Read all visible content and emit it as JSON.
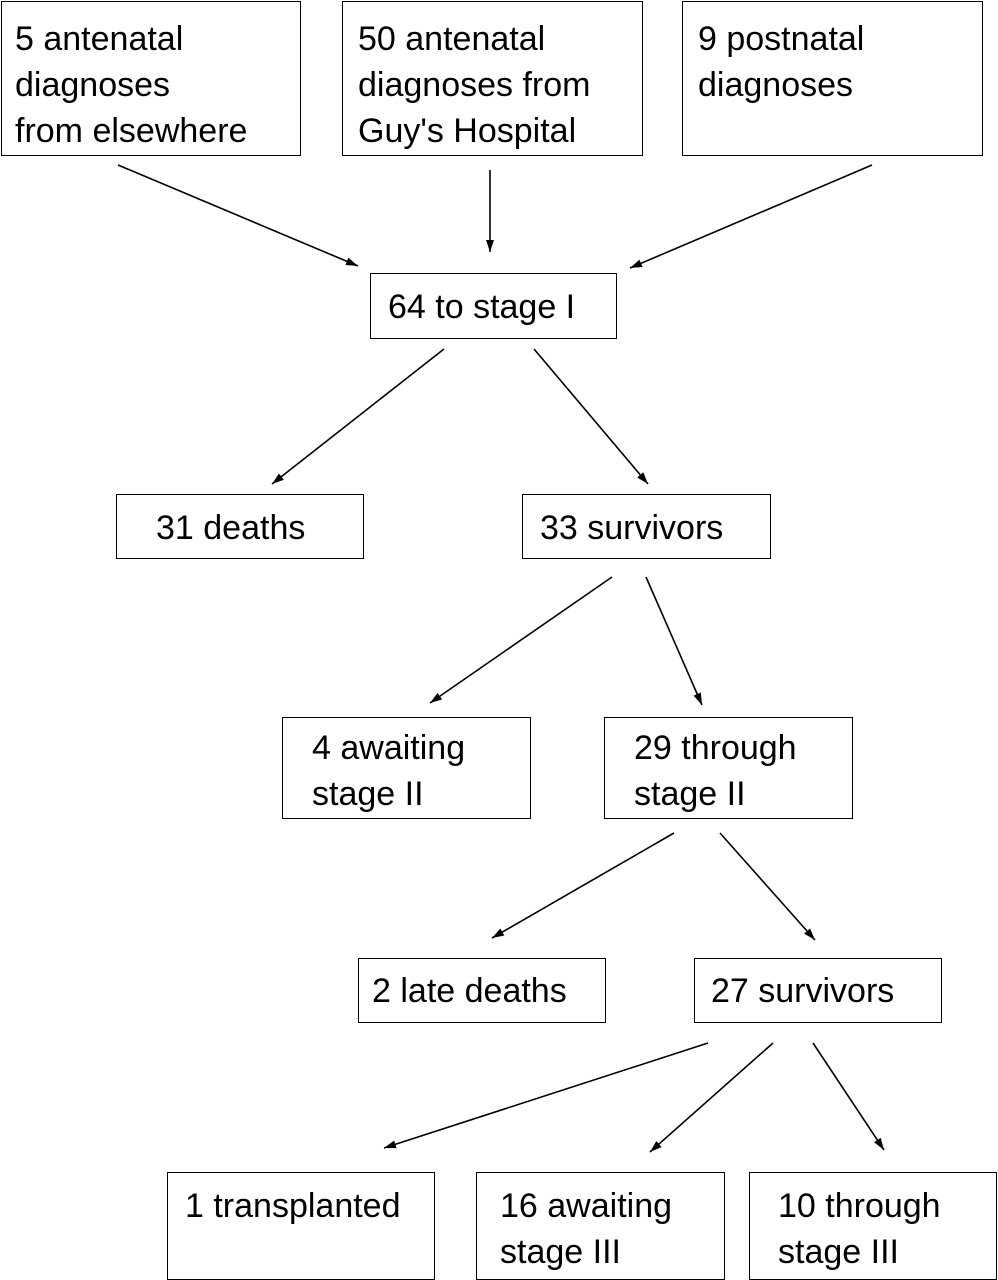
{
  "nodes": {
    "antenatal_elsewhere": {
      "label": "5 antenatal\ndiagnoses\nfrom elsewhere"
    },
    "antenatal_guys": {
      "label": "50 antenatal\ndiagnoses from\nGuy's Hospital"
    },
    "postnatal": {
      "label": "9 postnatal\ndiagnoses"
    },
    "stage1": {
      "label": "64 to stage I"
    },
    "deaths": {
      "label": "31 deaths"
    },
    "survivors1": {
      "label": "33 survivors"
    },
    "awaiting2": {
      "label": "4 awaiting\nstage II"
    },
    "through2": {
      "label": "29 through\nstage II"
    },
    "late_deaths": {
      "label": "2 late deaths"
    },
    "survivors2": {
      "label": "27 survivors"
    },
    "transplanted": {
      "label": "1 transplanted"
    },
    "awaiting3": {
      "label": "16 awaiting\nstage III"
    },
    "through3": {
      "label": "10 through\nstage III"
    }
  },
  "edges": [
    {
      "from": "antenatal_elsewhere",
      "to": "stage1"
    },
    {
      "from": "antenatal_guys",
      "to": "stage1"
    },
    {
      "from": "postnatal",
      "to": "stage1"
    },
    {
      "from": "stage1",
      "to": "deaths"
    },
    {
      "from": "stage1",
      "to": "survivors1"
    },
    {
      "from": "survivors1",
      "to": "awaiting2"
    },
    {
      "from": "survivors1",
      "to": "through2"
    },
    {
      "from": "through2",
      "to": "late_deaths"
    },
    {
      "from": "through2",
      "to": "survivors2"
    },
    {
      "from": "survivors2",
      "to": "transplanted"
    },
    {
      "from": "survivors2",
      "to": "awaiting3"
    },
    {
      "from": "survivors2",
      "to": "through3"
    }
  ]
}
